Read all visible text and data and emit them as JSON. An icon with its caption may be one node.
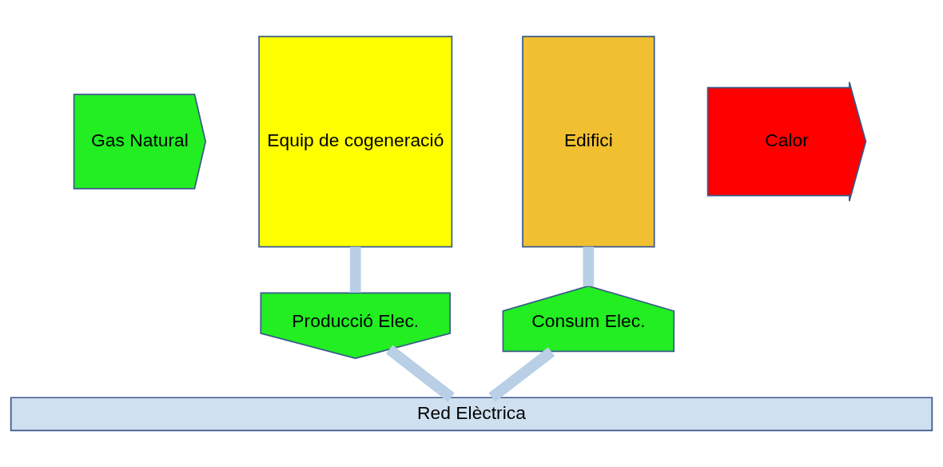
{
  "diagram": {
    "nodes": [
      {
        "text": [
          "Gas Natural"
        ]
      },
      {
        "text": [
          "Equip de cogeneració"
        ]
      },
      {
        "text": [
          "Calor"
        ]
      },
      {
        "text": [
          "Edifici"
        ]
      },
      {
        "text": [
          "Producció Elec."
        ]
      },
      {
        "text": [
          "Consum Elec."
        ]
      },
      {
        "text": [
          "Red Elèctrica"
        ]
      }
    ],
    "edges": [
      {
        "from": 1,
        "to": 4,
        "arrow": "none"
      },
      {
        "from": 4,
        "to": 6,
        "arrow": "none"
      },
      {
        "from": 6,
        "to": 5,
        "arrow": "none"
      },
      {
        "from": 5,
        "to": 3,
        "arrow": "none"
      }
    ]
  }
}
